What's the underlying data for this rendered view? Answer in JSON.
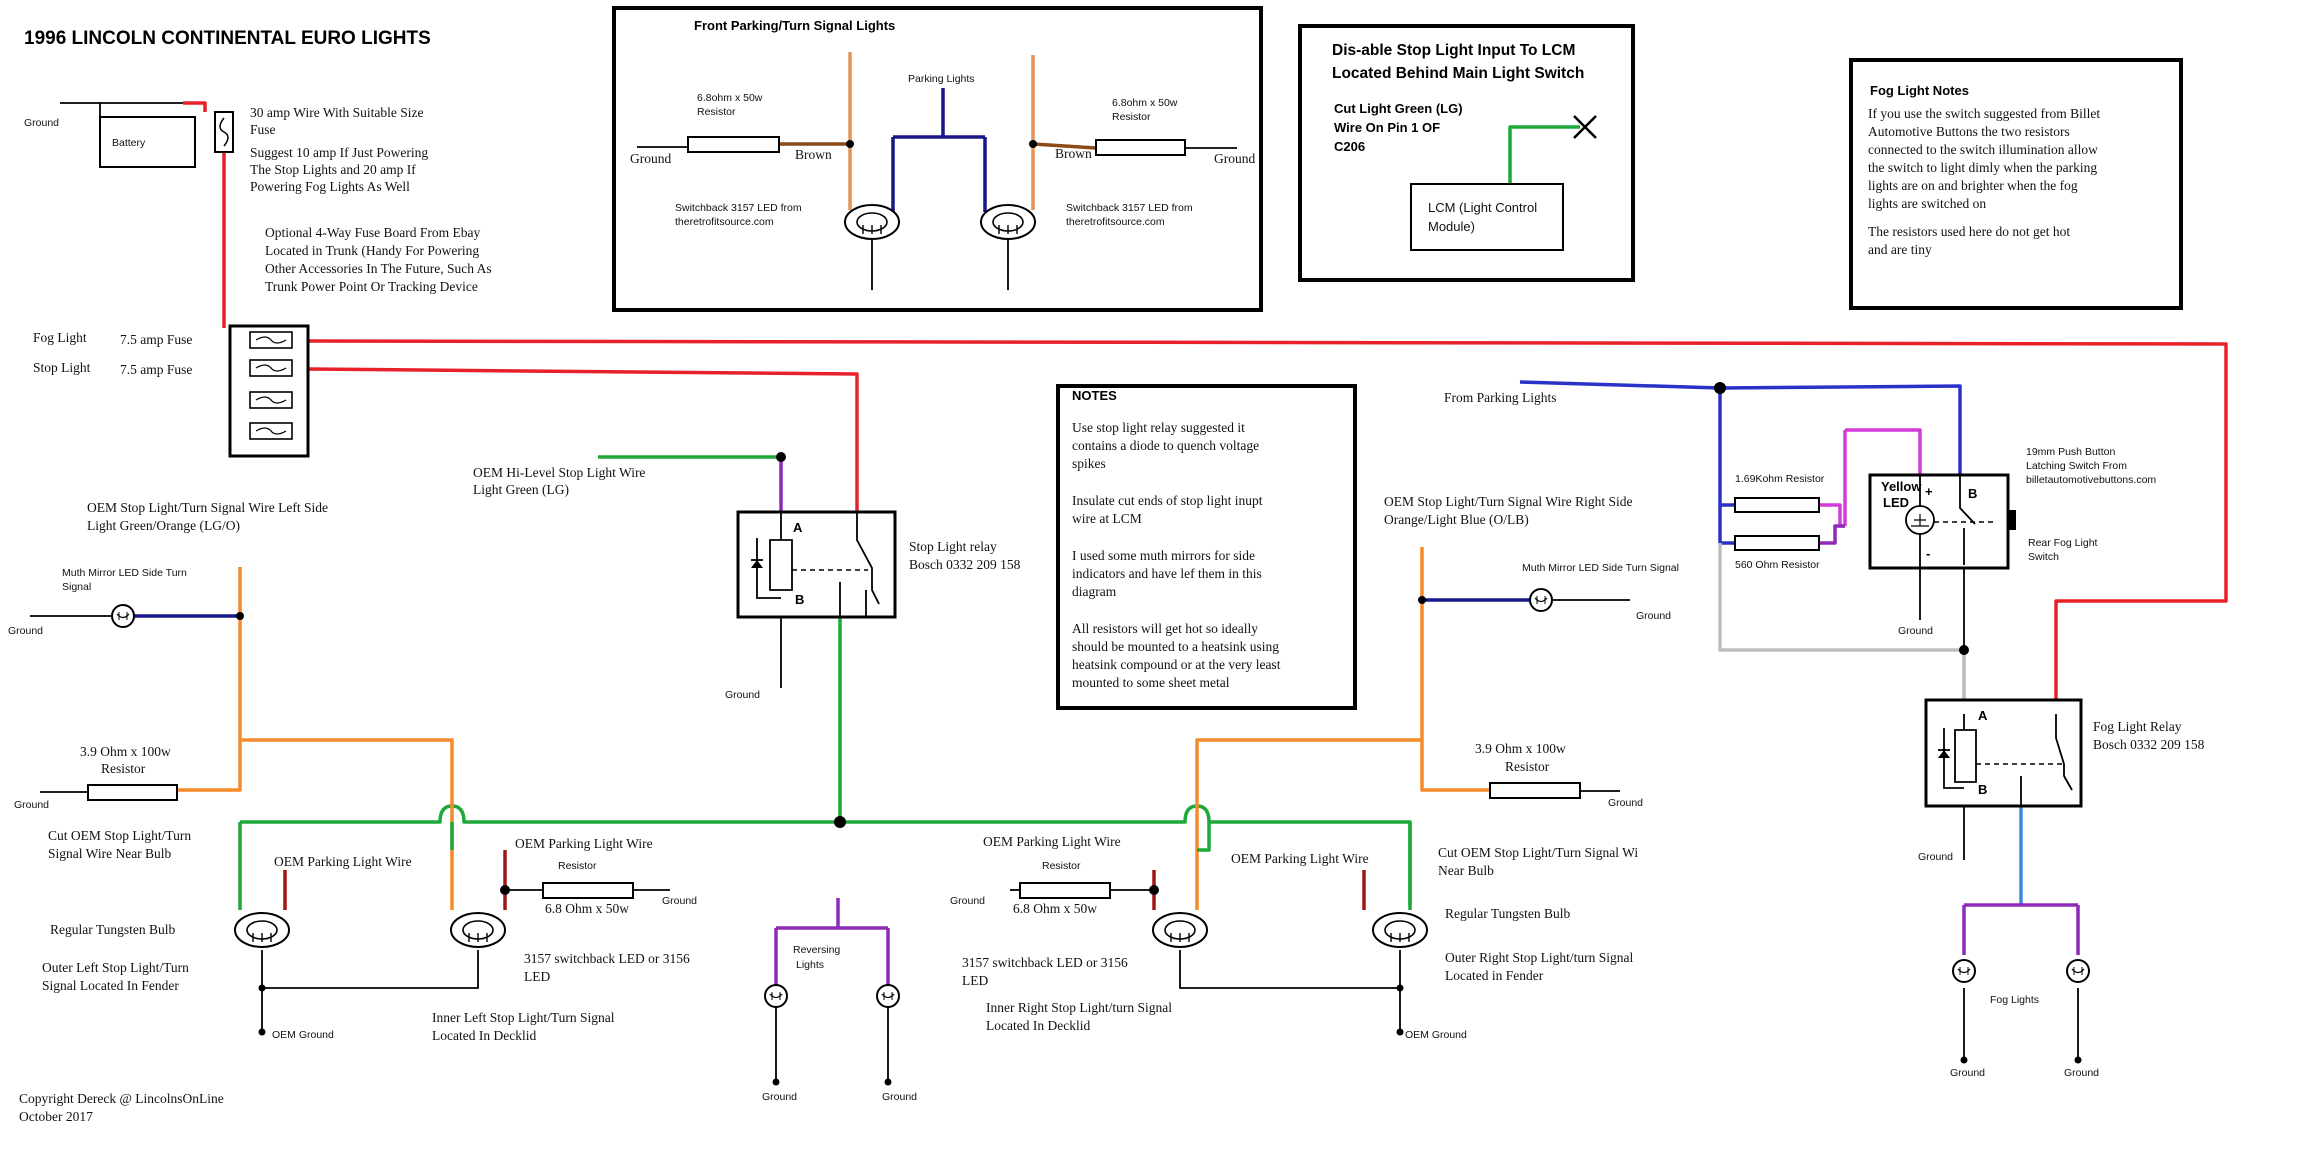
{
  "title": "1996 LINCOLN CONTINENTAL EURO LIGHTS",
  "copyright": [
    "Copyright Dereck @ LincolnsOnLine",
    "October 2017"
  ],
  "colors": {
    "red": "#e8202a",
    "orange": "#f58a2a",
    "green": "#1fa83a",
    "blue": "#2a32c8",
    "navy": "#17178a",
    "brown": "#8b4a16",
    "tan": "#e0935a",
    "purple": "#8e2ab8",
    "magenta": "#d43ad8",
    "darkred": "#a01515",
    "grey": "#bdbdbd",
    "lightblue": "#3a8ad8",
    "black": "#000000"
  },
  "power": {
    "ground": "Ground",
    "battery": "Battery",
    "fuse_note": [
      "30 amp Wire With Suitable Size",
      "Fuse",
      "Suggest 10 amp If Just Powering",
      "The Stop Lights and 20 amp If",
      "Powering Fog Lights As Well"
    ],
    "fuseboard_note": [
      "Optional 4-Way Fuse Board From Ebay",
      "Located in Trunk (Handy For Powering",
      "Other Accessories In The Future, Such As",
      "Trunk Power Point Or Tracking Device"
    ],
    "fog_light_label": "Fog Light",
    "stop_light_label": "Stop Light",
    "fuse_fog": "7.5 amp Fuse",
    "fuse_stop": "7.5 amp Fuse"
  },
  "front_box": {
    "title": "Front Parking/Turn Signal Lights",
    "parking_lights": "Parking Lights",
    "resistor_left": [
      "6.8ohm x 50w",
      "Resistor"
    ],
    "resistor_right": [
      "6.8ohm x 50w",
      "Resistor"
    ],
    "ground_left": "Ground",
    "ground_right": "Ground",
    "brown_left": "Brown",
    "brown_right": "Brown",
    "switchback_left": [
      "Switchback 3157 LED from",
      "theretrofitsource.com"
    ],
    "switchback_right": [
      "Switchback 3157 LED from",
      "theretrofitsource.com"
    ]
  },
  "lcm_box": {
    "title": [
      "Dis-able Stop Light Input To LCM",
      "Located Behind Main Light Switch"
    ],
    "cut_note": [
      "Cut Light Green (LG)",
      "Wire On Pin 1 OF",
      "C206"
    ],
    "lcm": [
      "LCM (Light Control",
      "Module)"
    ]
  },
  "fog_notes": {
    "title": "Fog Light Notes",
    "text1": [
      "If you use the switch suggested from Billet",
      "Automotive Buttons the two resistors",
      "connected to the switch illumination allow",
      "the switch to light dimly when the parking",
      "lights are on and brighter when the fog",
      "lights are switched on"
    ],
    "text2": [
      "The resistors used here do not get hot",
      "and are tiny"
    ]
  },
  "notes": {
    "title": "NOTES",
    "p1": [
      "Use stop light relay suggested it",
      "contains a diode to quench voltage",
      "spikes"
    ],
    "p2": [
      "Insulate cut ends of stop light inupt",
      "wire at LCM"
    ],
    "p3": [
      "I used some muth mirrors for side",
      "indicators and have lef them in this",
      "diagram"
    ],
    "p4": [
      "All resistors will get hot so ideally",
      "should be mounted to a heatsink using",
      "heatsink compound or at the very least",
      "mounted to some sheet metal"
    ]
  },
  "stop_relay": {
    "hi_level": [
      "OEM Hi-Level Stop Light Wire",
      "Light Green (LG)"
    ],
    "label": [
      "Stop Light relay",
      "Bosch 0332 209 158"
    ],
    "pin_a": "A",
    "pin_b": "B",
    "ground": "Ground"
  },
  "left_side": {
    "oem_wire": [
      "OEM Stop Light/Turn Signal Wire Left Side",
      "Light Green/Orange (LG/O)"
    ],
    "mirror": [
      "Muth Mirror LED Side Turn",
      "Signal"
    ],
    "ground_mirror": "Ground",
    "resistor": [
      "3.9 Ohm x 100w",
      "Resistor"
    ],
    "ground_resistor": "Ground",
    "cut_note": [
      "Cut OEM Stop Light/Turn",
      "Signal Wire Near Bulb"
    ],
    "parking_wire_a": "OEM Parking Light Wire",
    "parking_wire_b": "OEM Parking Light Wire",
    "resistor2_label": "Resistor",
    "resistor2_value": "6.8 Ohm x 50w",
    "ground_r2": "Ground",
    "tungsten": "Regular Tungsten Bulb",
    "outer": [
      "Outer Left Stop Light/Turn",
      "Signal Located In Fender"
    ],
    "oem_ground": "OEM Ground",
    "switchback": [
      "3157 switchback LED or 3156",
      "LED"
    ],
    "inner": [
      "Inner Left Stop Light/Turn Signal",
      "Located In Decklid"
    ]
  },
  "reversing": {
    "label": [
      "Reversing",
      "Lights"
    ],
    "ground_left": "Ground",
    "ground_right": "Ground"
  },
  "right_side": {
    "oem_wire": [
      "OEM Stop Light/Turn Signal Wire Right Side",
      "Orange/Light Blue (O/LB)"
    ],
    "mirror": "Muth Mirror LED Side Turn Signal",
    "ground_mirror": "Ground",
    "resistor": [
      "3.9 Ohm x 100w",
      "Resistor"
    ],
    "ground_resistor": "Ground",
    "parking_wire_a": "OEM Parking Light Wire",
    "parking_wire_b": "OEM Parking Light Wire",
    "resistor2_label": "Resistor",
    "resistor2_value": "6.8 Ohm x 50w",
    "ground_r2": "Ground",
    "cut_note": [
      "Cut OEM Stop Light/Turn Signal Wi",
      "Near Bulb"
    ],
    "tungsten": "Regular Tungsten Bulb",
    "switchback": [
      "3157 switchback LED or 3156",
      "LED"
    ],
    "inner": [
      "Inner Right Stop Light/turn Signal",
      "Located In Decklid"
    ],
    "outer": [
      "Outer Right Stop Light/turn Signal",
      "Located in Fender"
    ],
    "oem_ground": "OEM Ground"
  },
  "fog": {
    "from_parking": "From Parking Lights",
    "resistor_1": "1.69Kohm Resistor",
    "resistor_2": "560 Ohm Resistor",
    "yellow_led": [
      "Yellow",
      "LED"
    ],
    "plus": "+",
    "minus": "-",
    "pin_b": "B",
    "switch_note": [
      "19mm Push Button",
      "Latching Switch From",
      "billetautomotivebuttons.com"
    ],
    "rear_fog_switch": [
      "Rear Fog Light",
      "Switch"
    ],
    "ground_switch": "Ground",
    "relay_label": [
      "Fog Light Relay",
      "Bosch 0332 209 158"
    ],
    "pin_a": "A",
    "relay_pin_b": "B",
    "ground_relay": "Ground",
    "fog_lights": "Fog Lights",
    "ground_left": "Ground",
    "ground_right": "Ground"
  }
}
